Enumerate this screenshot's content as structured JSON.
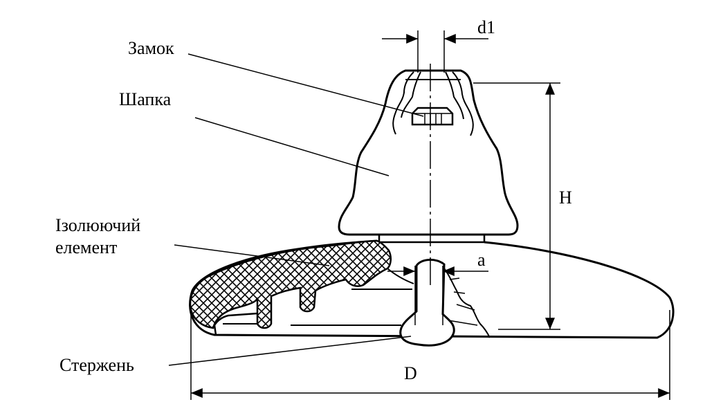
{
  "labels": {
    "lock": "Замок",
    "cap": "Шапка",
    "insulator_line1": "Ізолюючий",
    "insulator_line2": "елемент",
    "rod": "Стержень",
    "dim_d1": "d1",
    "dim_h": "H",
    "dim_a": "a",
    "dim_d": "D"
  },
  "colors": {
    "stroke": "#000000",
    "background": "#ffffff"
  }
}
